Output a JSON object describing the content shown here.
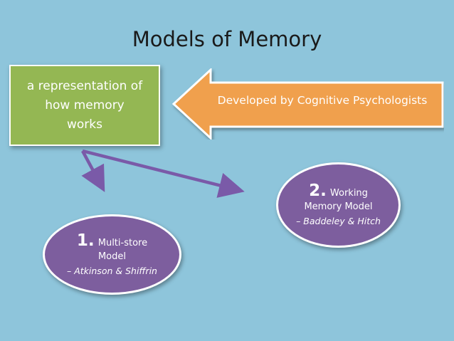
{
  "title": "Models of Memory",
  "definition": {
    "lines": [
      "a representation of",
      "how memory",
      "works"
    ]
  },
  "arrow_label": "Developed by Cognitive Psychologists",
  "model1": {
    "number": "1.",
    "name_part1": "Multi-store",
    "name_part2": "Model",
    "authors": "– Atkinson & Shiffrin"
  },
  "model2": {
    "number": "2.",
    "name_part1": "Working",
    "name_part2": "Memory Model",
    "authors": "– Baddeley & Hitch"
  },
  "colors": {
    "background": "#8ec5db",
    "definition_box": "#94b753",
    "arrow": "#f0a04d",
    "circles": "#7d5e9e",
    "connector": "#7a5aa8"
  }
}
